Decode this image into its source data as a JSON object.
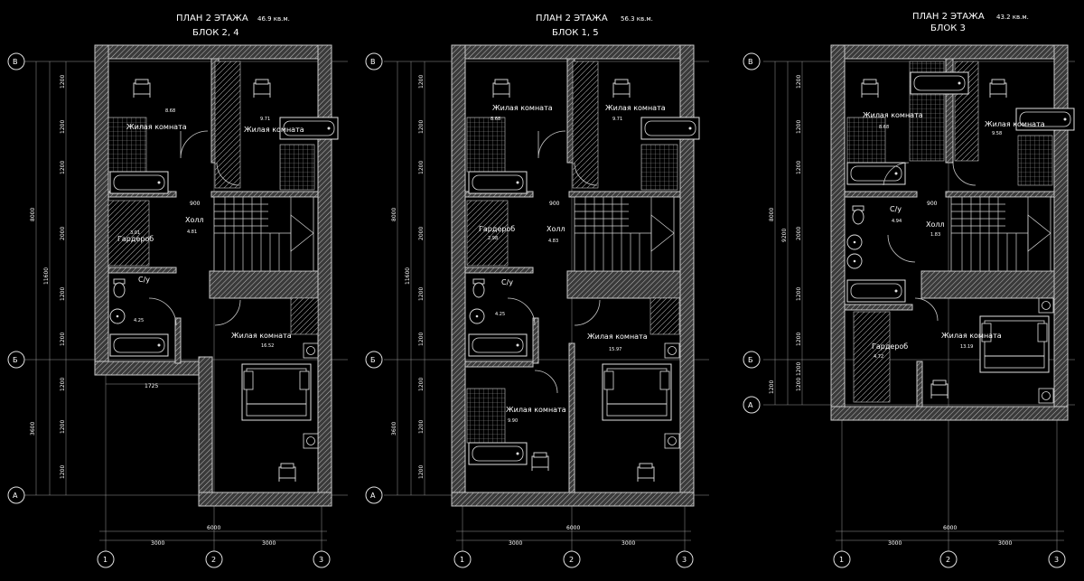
{
  "plans": [
    {
      "title": "ПЛАН 2 ЭТАЖА",
      "area": "46.9 кв.м.",
      "block": "БЛОК 2, 4",
      "rooms": [
        {
          "name": "Жилая комната",
          "area": "8.68"
        },
        {
          "name": "Жилая комната",
          "area": "9.71"
        },
        {
          "name": "Холл",
          "area": "4.81"
        },
        {
          "name": "Гардероб",
          "area": "3.01"
        },
        {
          "name": "С/у",
          "area": "4.25"
        },
        {
          "name": "Жилая комната",
          "area": "16.52"
        }
      ],
      "dims": {
        "d900": "900",
        "d1725": "1725",
        "overall": "8000",
        "total": "11600",
        "lower": "3600",
        "width": "6000",
        "bay1": "3000",
        "bay2": "3000",
        "segments": [
          "1200",
          "1200",
          "1200",
          "2000",
          "1200",
          "1200",
          "1200",
          "1200",
          "1200"
        ]
      }
    },
    {
      "title": "ПЛАН 2 ЭТАЖА",
      "area": "56.3 кв.м.",
      "block": "БЛОК 1, 5",
      "rooms": [
        {
          "name": "Жилая комната",
          "area": "8.68"
        },
        {
          "name": "Жилая комната",
          "area": "9.71"
        },
        {
          "name": "Холл",
          "area": "4.83"
        },
        {
          "name": "Гардероб",
          "area": "2.98"
        },
        {
          "name": "С/у",
          "area": "4.25"
        },
        {
          "name": "Жилая комната",
          "area": "15.97"
        },
        {
          "name": "Жилая комната",
          "area": "9.90"
        }
      ],
      "dims": {
        "d900": "900",
        "overall": "8000",
        "total": "11600",
        "lower": "3600",
        "width": "6000",
        "bay1": "3000",
        "bay2": "3000",
        "segments": [
          "1200",
          "1200",
          "1200",
          "2000",
          "1200",
          "1200",
          "1200",
          "1200",
          "1200"
        ]
      }
    },
    {
      "title": "ПЛАН 2 ЭТАЖА",
      "area": "43.2 кв.м.",
      "block": "БЛОК 3",
      "rooms": [
        {
          "name": "Жилая комната",
          "area": "8.68"
        },
        {
          "name": "Жилая комната",
          "area": "9.58"
        },
        {
          "name": "С/у",
          "area": "4.94"
        },
        {
          "name": "Холл",
          "area": "1.83"
        },
        {
          "name": "Жилая комната",
          "area": "13.19"
        },
        {
          "name": "Гардероб",
          "area": "4.72"
        }
      ],
      "dims": {
        "d900": "900",
        "overall": "8000",
        "total": "9200",
        "lower": "1200",
        "width": "6000",
        "bay1": "3000",
        "bay2": "3000",
        "segments": [
          "1200",
          "1200",
          "1200",
          "2000",
          "1200",
          "1200",
          "1200",
          "1200"
        ]
      }
    }
  ],
  "axes": {
    "rows": [
      "В",
      "Б",
      "А"
    ],
    "cols": [
      "1",
      "2",
      "3"
    ]
  }
}
